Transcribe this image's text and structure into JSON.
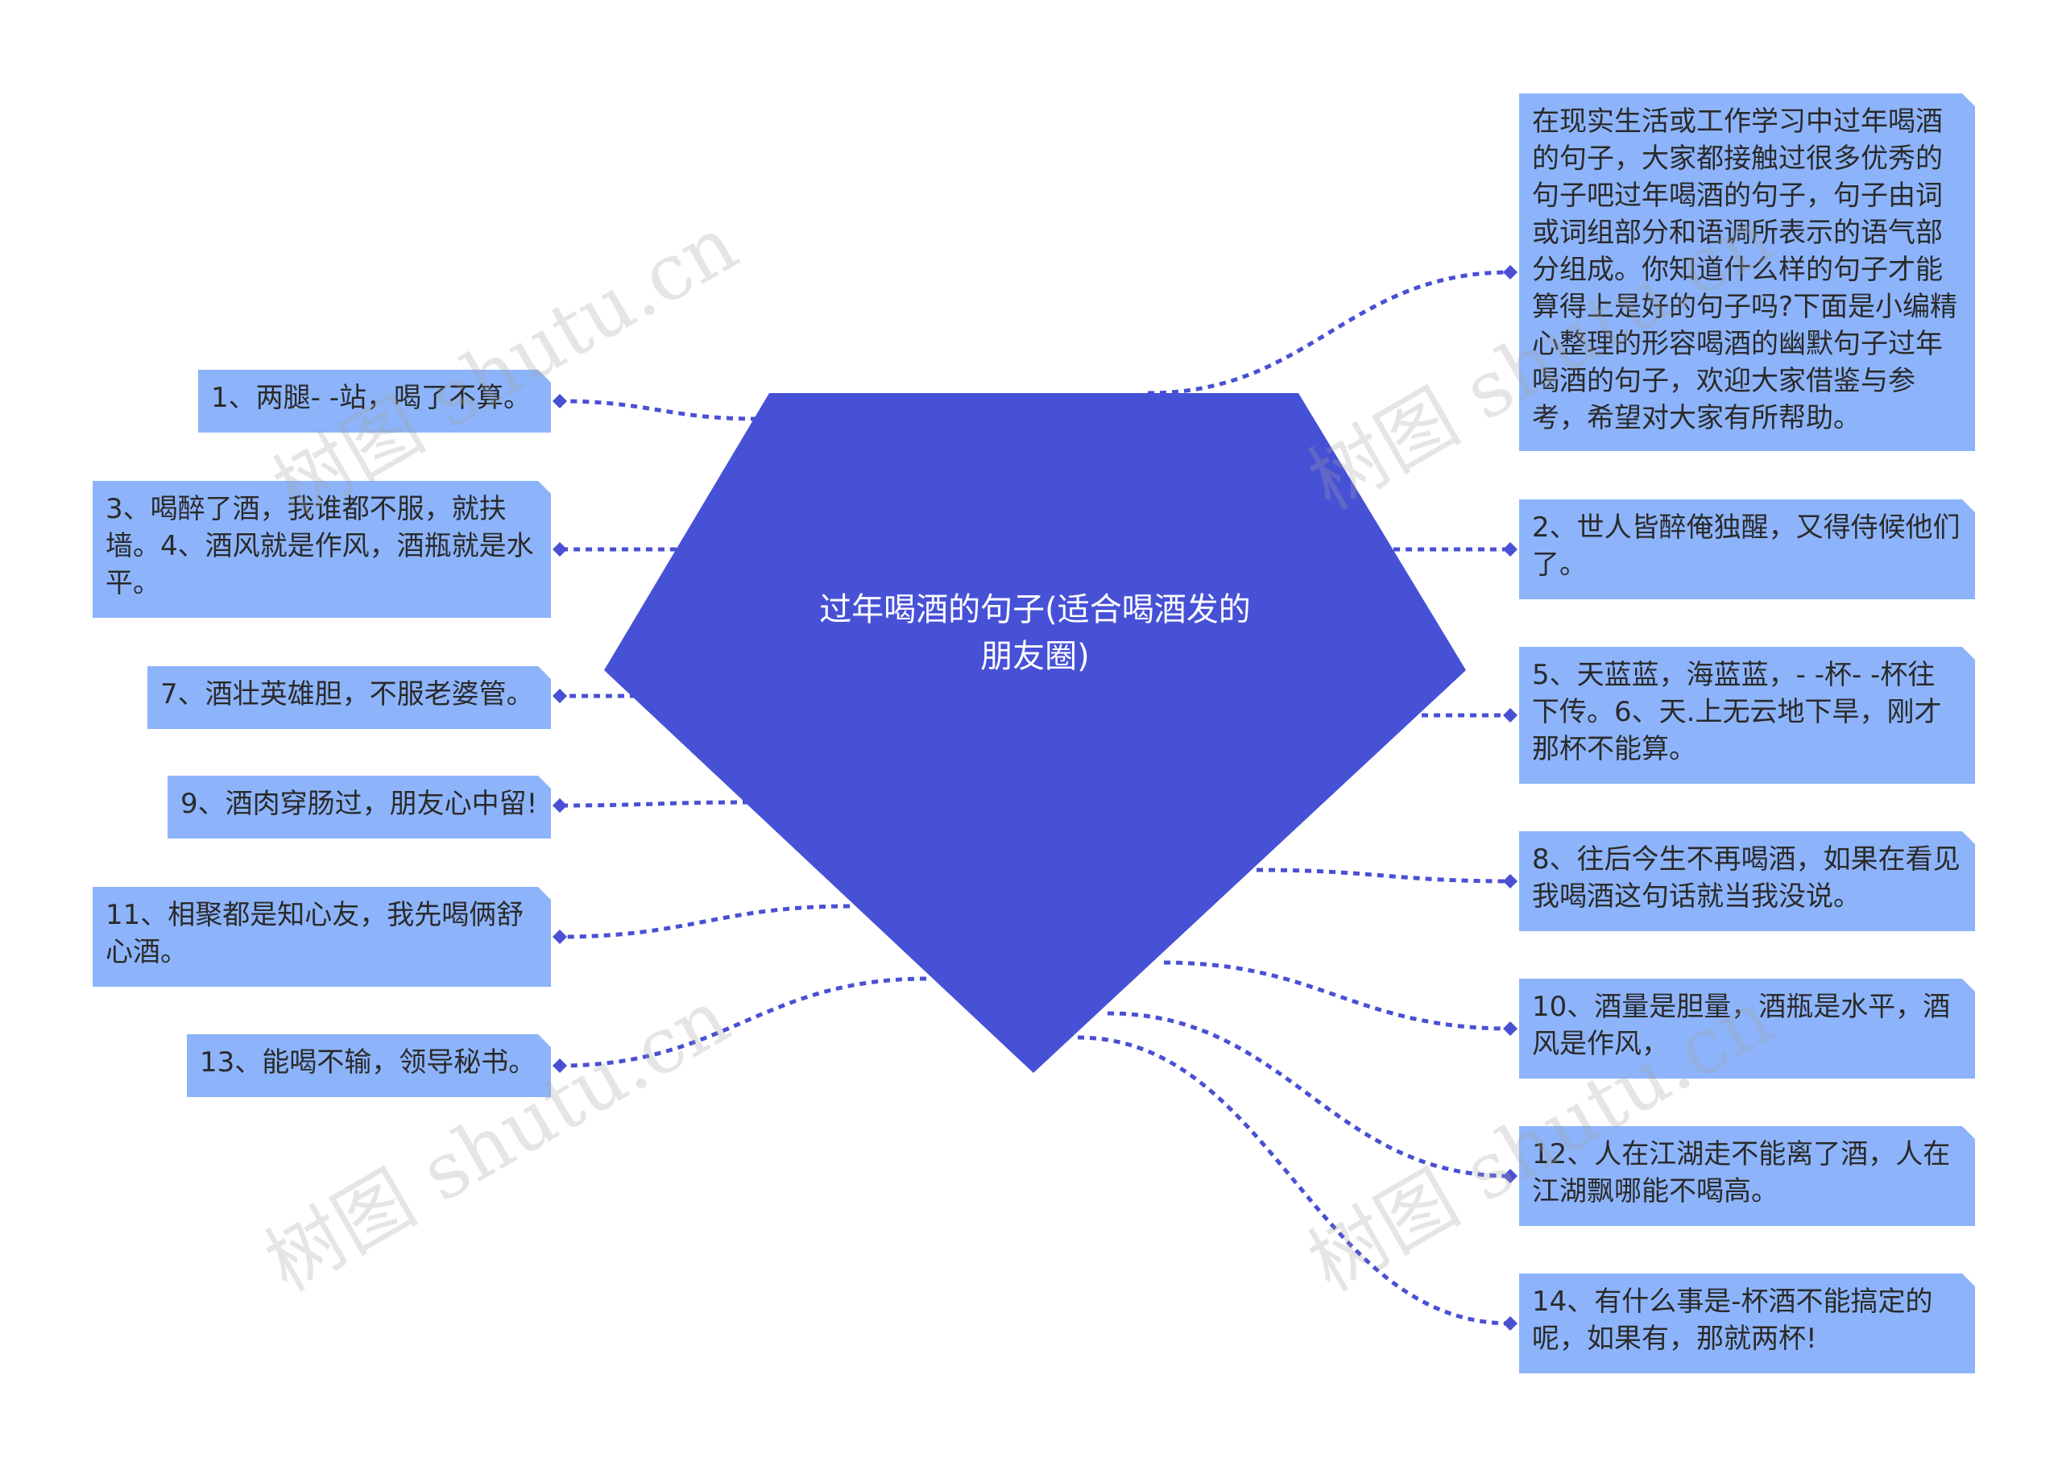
{
  "center": {
    "title": "过年喝酒的句子(适合喝酒发的朋友圈)"
  },
  "colors": {
    "center": "#4751d6",
    "node": "#8db4fb",
    "link": "#4950d3"
  },
  "left_nodes": [
    {
      "text": "1、两腿- -站，喝了不算。"
    },
    {
      "text": "3、喝醉了酒，我谁都不服，就扶墙。4、酒风就是作风，酒瓶就是水平。"
    },
    {
      "text": "7、酒壮英雄胆，不服老婆管。"
    },
    {
      "text": "9、酒肉穿肠过，朋友心中留!"
    },
    {
      "text": "11、相聚都是知心友，我先喝俩舒心酒。"
    },
    {
      "text": "13、能喝不输，领导秘书。"
    }
  ],
  "right_nodes": [
    {
      "text": "在现实生活或工作学习中过年喝酒的句子，大家都接触过很多优秀的句子吧过年喝酒的句子，句子由词或词组部分和语调所表示的语气部分组成。你知道什么样的句子才能算得上是好的句子吗?下面是小编精心整理的形容喝酒的幽默句子过年喝酒的句子，欢迎大家借鉴与参考，希望对大家有所帮助。"
    },
    {
      "text": "2、世人皆醉俺独醒，又得侍候他们了。"
    },
    {
      "text": "5、天蓝蓝，海蓝蓝，- -杯- -杯往下传。6、天.上无云地下旱，刚才那杯不能算。"
    },
    {
      "text": "8、往后今生不再喝酒，如果在看见我喝酒这句话就当我没说。"
    },
    {
      "text": "10、酒量是胆量，酒瓶是水平，酒风是作风，"
    },
    {
      "text": "12、人在江湖走不能离了酒，人在江湖飘哪能不喝高。"
    },
    {
      "text": "14、有什么事是-杯酒不能搞定的呢，如果有，那就两杯!"
    }
  ],
  "watermarks": [
    "树图 shutu.cn",
    "树图 shutu.cn",
    "树图 shutu.cn",
    "树图 shutu.cn"
  ]
}
